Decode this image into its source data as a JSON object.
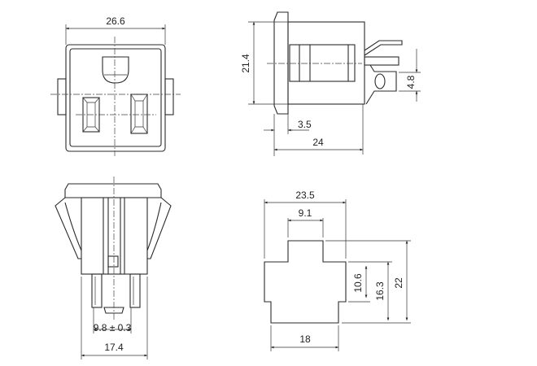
{
  "drawing": {
    "front_view": {
      "width_label": "26.6"
    },
    "side_view": {
      "height_label": "21.4",
      "flange_label": "3.5",
      "depth_label": "24",
      "terminal_label": "4.8"
    },
    "bottom_view": {
      "pin_pitch_label": "9.8 ± 0.3",
      "body_width_label": "17.4"
    },
    "panel_cutout": {
      "width_label": "23.5",
      "top_width_label": "9.1",
      "bottom_width_label": "18",
      "h1_label": "10.6",
      "h2_label": "16.3",
      "height_label": "22"
    }
  }
}
